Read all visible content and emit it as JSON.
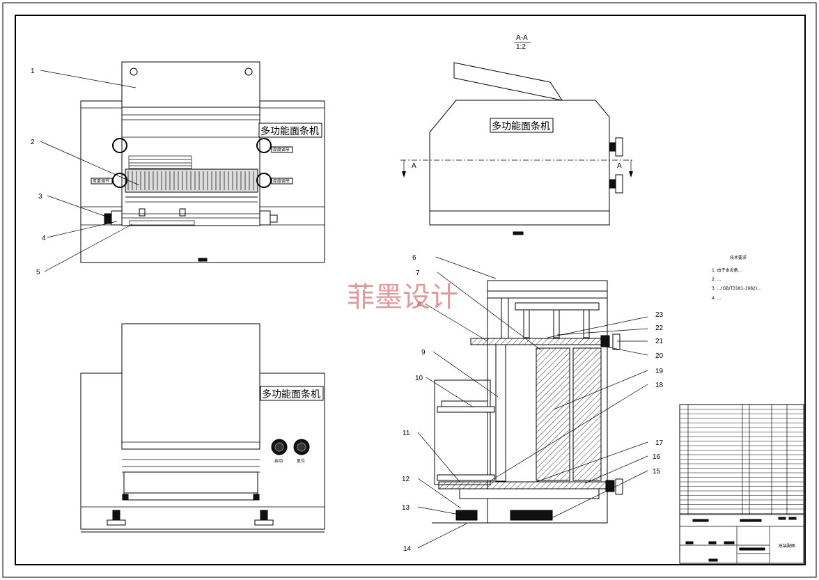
{
  "drawing": {
    "section_title": "A-A",
    "section_scale": "1:2",
    "section_marker": "A",
    "machine_label": "多功能面条机",
    "watermark": "菲墨设计",
    "knob_label": "厚度调节",
    "button_start": "启动",
    "button_reset": "复位",
    "part_numbers": [
      "1",
      "2",
      "3",
      "4",
      "5",
      "6",
      "7",
      "8",
      "9",
      "10",
      "11",
      "12",
      "13",
      "14",
      "15",
      "16",
      "17",
      "18",
      "19",
      "20",
      "21",
      "22",
      "23"
    ]
  },
  "notes": {
    "title": "技术要求",
    "items": [
      "1. 由于本设备...",
      "2. ...",
      "3. ...(GB/T3181-1982)...",
      "4. ..."
    ]
  },
  "title_block": {
    "name": "总装配图"
  }
}
